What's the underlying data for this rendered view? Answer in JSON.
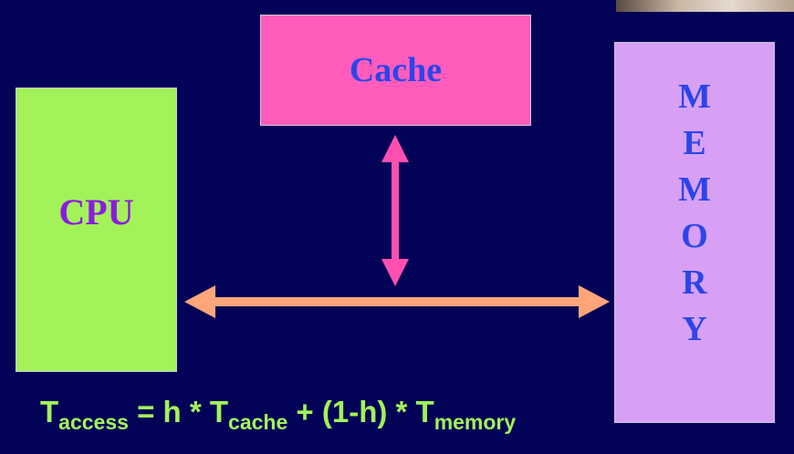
{
  "diagram": {
    "cpu": {
      "label": "CPU"
    },
    "cache": {
      "label": "Cache"
    },
    "memory": {
      "letters": [
        "M",
        "E",
        "M",
        "O",
        "R",
        "Y"
      ]
    },
    "formula": {
      "lhs": "T",
      "lhs_sub": "access",
      "part1": " = h * T",
      "part1_sub": "cache",
      "part2": " + (1-h) * T",
      "part2_sub": "memory"
    }
  },
  "colors": {
    "background": "#020257",
    "cpu_fill": "#a3f25a",
    "cpu_text": "#8a1be0",
    "cache_fill": "#ff5cbc",
    "memory_fill": "#d7a0f5",
    "box_text": "#2b45ea",
    "vertical_arrow": "#ff4fb0",
    "horizontal_arrow": "#ffa57a",
    "formula_text": "#a3f25a"
  }
}
